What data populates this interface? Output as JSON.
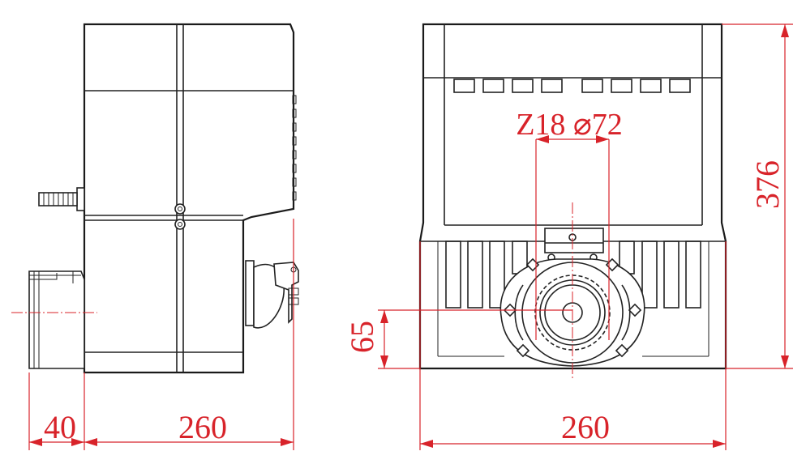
{
  "dimensions": {
    "side_gear_offset": "40",
    "side_depth": "260",
    "front_width": "260",
    "height": "376",
    "gear_axis_height": "65",
    "gear_spec": "Z18 ⌀72"
  },
  "colors": {
    "dimension": "#d8232a",
    "outline": "#222222",
    "background": "#ffffff"
  }
}
